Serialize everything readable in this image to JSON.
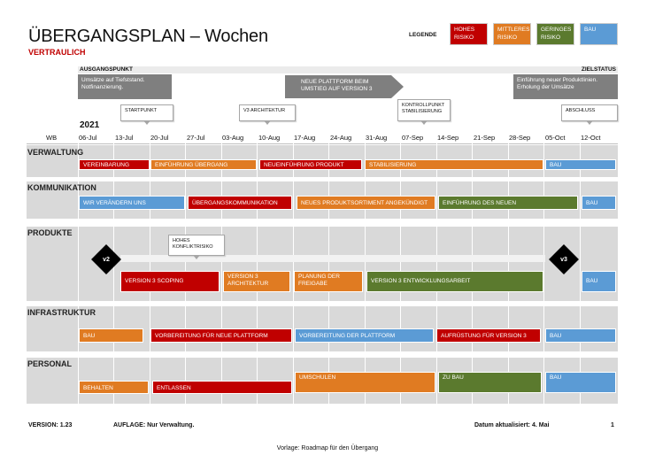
{
  "title": "ÜBERGANGSPLAN – Wochen",
  "subtitle": "VERTRAULICH",
  "legend": {
    "label": "LEGENDE",
    "items": [
      {
        "label": "HOHES RISIKO",
        "color": "#c00000"
      },
      {
        "label": "MITTLERES RISIKO",
        "color": "#e07b22"
      },
      {
        "label": "GERINGES RISIKO",
        "color": "#5b7a2e"
      },
      {
        "label": "BAU",
        "color": "#5b9bd5"
      }
    ]
  },
  "topbar": {
    "left": "AUSGANGSPUNKT",
    "right": "ZIELSTATUS"
  },
  "headers": {
    "start": "Umsätze auf Tiefststand. Notfinanzierung.",
    "middle": "NEUE PLATTFORM BEIM UMSTIEG AUF VERSION 3",
    "end": "Einführung neuer Produktlinien. Erholung der Umsätze"
  },
  "callouts": {
    "startpunkt": "STARTPUNKT",
    "v3": "V3 ARCHITEKTUR",
    "kontroll": "KONTROLLPUNKT STABILISIERUNG",
    "abschluss": "ABSCHLUSS",
    "konflikt": "HOHES KONFLIKTRISIKO"
  },
  "year": "2021",
  "week_label": "WB",
  "weeks": [
    "06-Jul",
    "13-Jul",
    "20-Jul",
    "27-Jul",
    "03-Aug",
    "10-Aug",
    "17-Aug",
    "24-Aug",
    "31-Aug",
    "07-Sep",
    "14-Sep",
    "21-Sep",
    "28-Sep",
    "05-Oct",
    "12-Oct"
  ],
  "sections": {
    "verwaltung": {
      "label": "VERWALTUNG",
      "bars": [
        "VEREINBARUNG",
        "EINFÜHRUNG ÜBERGANG",
        "NEUEINFÜHRUNG PRODUKT",
        "STABILISIERUNG",
        "BAU"
      ]
    },
    "kommunikation": {
      "label": "KOMMUNIKATION",
      "bars": [
        "WIR VERÄNDERN UNS",
        "ÜBERGANGSKOMMUNIKATION",
        "NEUES PRODUKTSORTIMENT ANGEKÜNDIGT",
        "EINFÜHRUNG DES NEUEN",
        "BAU"
      ]
    },
    "produkte": {
      "label": "PRODUKTE",
      "milestones": [
        "v2",
        "v3"
      ],
      "bars": [
        "VERSION 3 SCOPING",
        "VERSION 3 ARCHITEKTUR",
        "PLANUNG DER FREIGABE",
        "VERSION 3 ENTWICKLUNGSARBEIT",
        "BAU"
      ]
    },
    "infrastruktur": {
      "label": "INFRASTRUKTUR",
      "bars": [
        "BAU",
        "VORBEREITUNG FÜR NEUE PLATTFORM",
        "VORBEREITUNG DER PLATTFORM",
        "AUFRÜSTUNG FÜR VERSION 3",
        "BAU"
      ]
    },
    "personal": {
      "label": "PERSONAL",
      "bars": [
        "BEHALTEN",
        "ENTLASSEN",
        "UMSCHULEN",
        "ZU BAU",
        "BAU"
      ]
    }
  },
  "footer": {
    "version": "VERSION: 1.23",
    "auflage": "AUFLAGE: Nur Verwaltung.",
    "datum": "Datum aktualisiert: 4. Mai",
    "page": "1"
  },
  "caption": "Vorlage: Roadmap für den Übergang"
}
